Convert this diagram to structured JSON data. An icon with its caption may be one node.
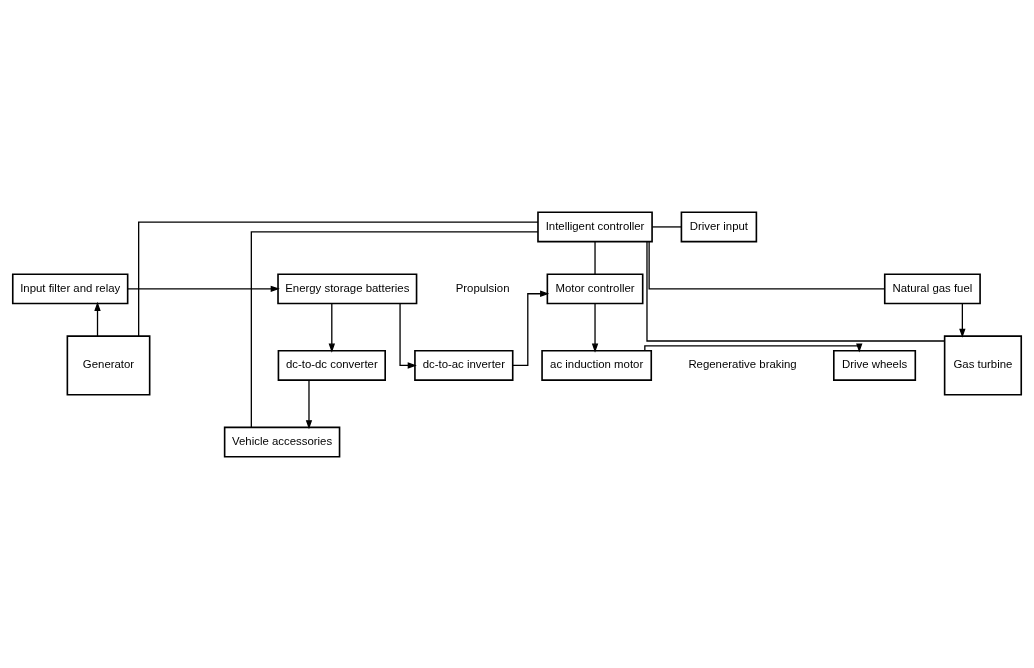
{
  "diagram": {
    "nodes": [
      {
        "text": [
          "Intelligent controller"
        ]
      },
      {
        "text": [
          "Driver input"
        ]
      },
      {
        "text": [
          "dc-to-ac inverter"
        ]
      },
      {
        "text": [
          "Motor controller"
        ]
      },
      {
        "text": [
          "Energy storage batteries"
        ]
      },
      {
        "text": [
          "Input filter and relay"
        ]
      },
      {
        "text": [
          "Natural gas fuel"
        ]
      },
      {
        "text": [
          "Drive wheels"
        ]
      },
      {
        "text": [
          "ac induction motor"
        ]
      },
      {
        "text": [
          "dc-to-dc converter"
        ]
      },
      {
        "text": [
          "Generator"
        ]
      },
      {
        "text": [
          "Gas turbine"
        ]
      },
      {
        "text": [
          "Vehicle accessories"
        ]
      }
    ],
    "edges": [
      {
        "from": 0,
        "to": 1,
        "arrow": "none"
      },
      {
        "from": 0,
        "to": 3,
        "arrow": "none"
      },
      {
        "from": 0,
        "to": 10,
        "arrow": "none"
      },
      {
        "from": 0,
        "to": 6,
        "arrow": "none"
      },
      {
        "from": 0,
        "to": 11,
        "arrow": "none"
      },
      {
        "from": 0,
        "to": 12,
        "arrow": "none"
      },
      {
        "from": 4,
        "to": 2,
        "arrow": "to"
      },
      {
        "from": 2,
        "to": 3,
        "arrow": "to"
      },
      {
        "from": 5,
        "to": 4,
        "arrow": "to"
      },
      {
        "from": 10,
        "to": 5,
        "arrow": "to"
      },
      {
        "from": 6,
        "to": 11,
        "arrow": "to"
      },
      {
        "from": 3,
        "to": 8,
        "arrow": "to"
      },
      {
        "from": 8,
        "to": 7,
        "arrow": "to"
      },
      {
        "from": 4,
        "to": 9,
        "arrow": "to"
      },
      {
        "from": 9,
        "to": 12,
        "arrow": "to"
      }
    ],
    "labels": [
      "Propulsion",
      "Regenerative braking"
    ]
  }
}
